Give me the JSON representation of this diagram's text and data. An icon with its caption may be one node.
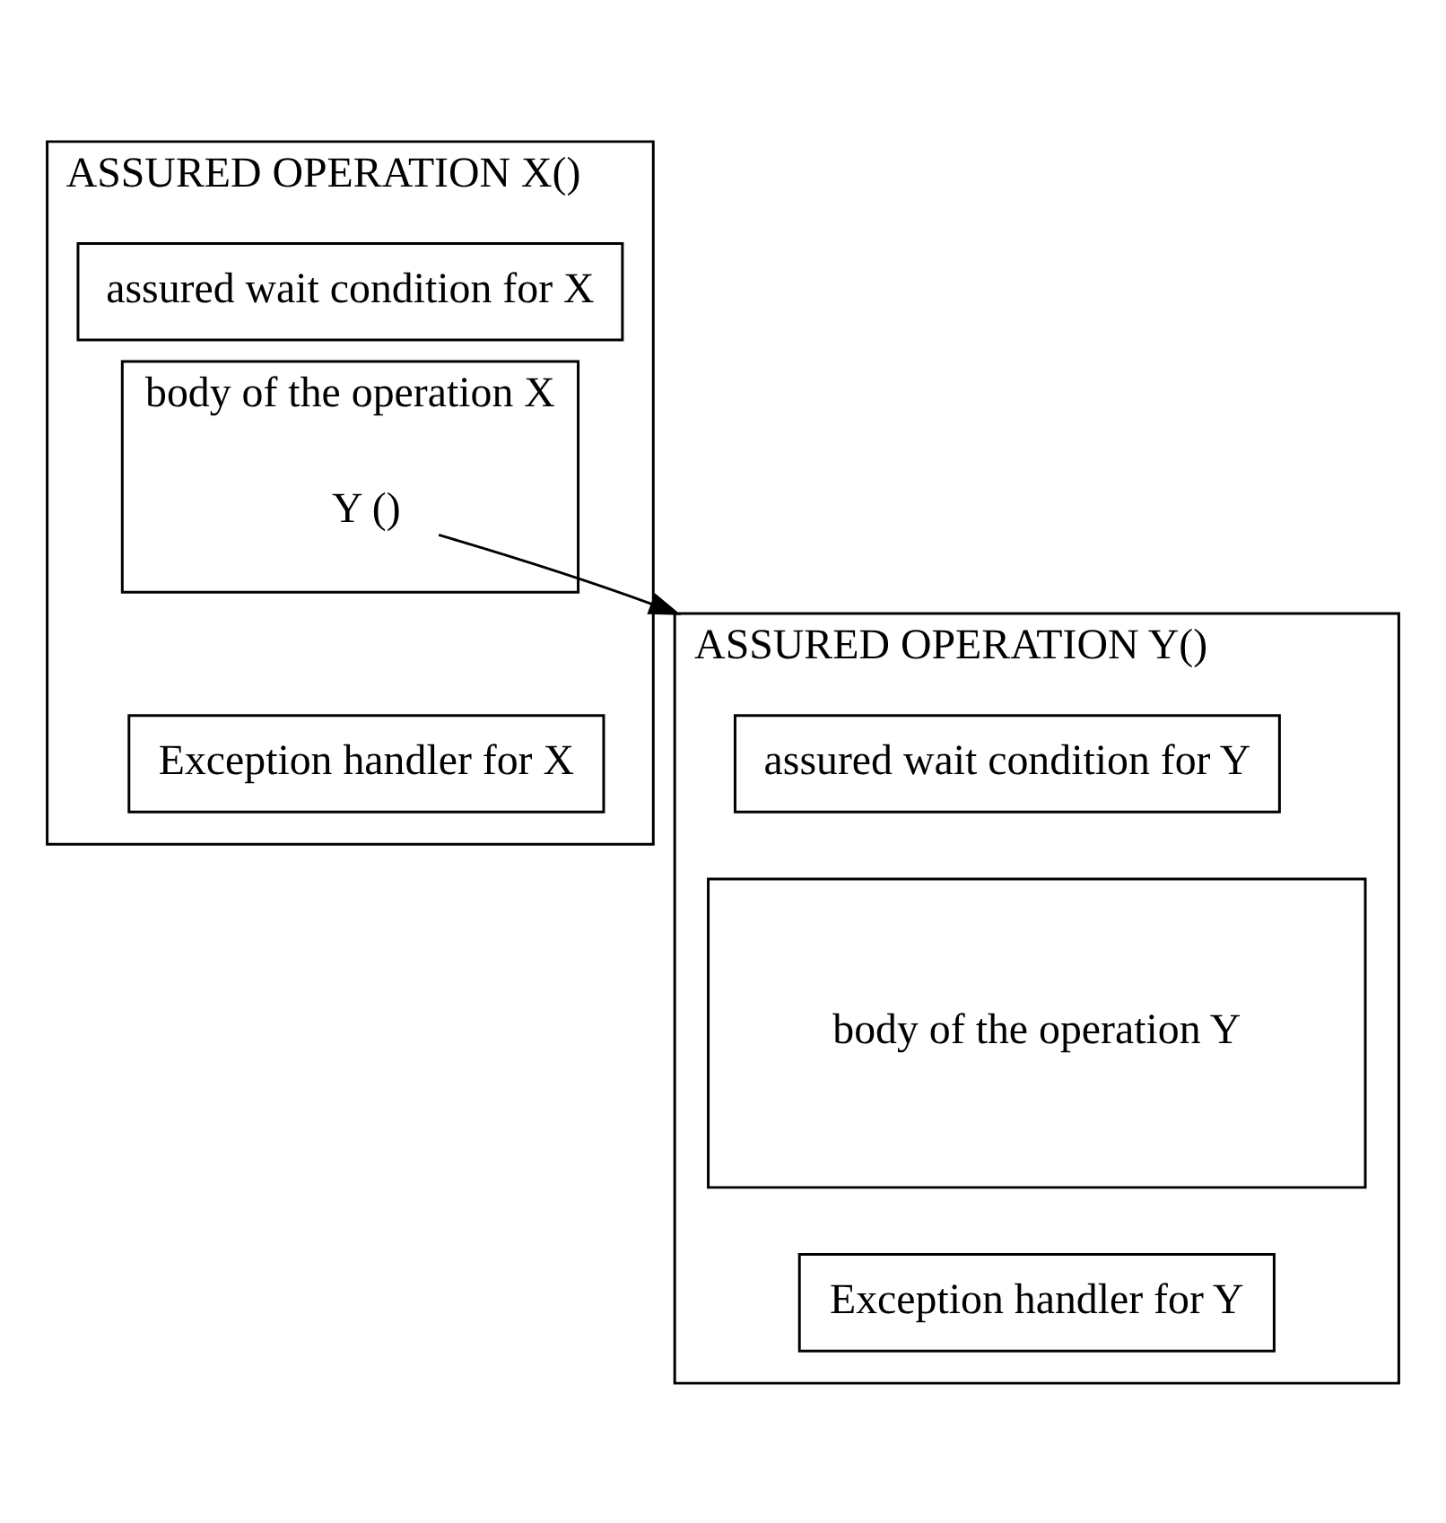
{
  "diagram": {
    "nodes": [
      {
        "text": [
          "ASSURED OPERATION X()"
        ]
      },
      {
        "text": [
          "assured wait condition for X"
        ],
        "in": 0
      },
      {
        "text": [
          "body of the operation X"
        ],
        "in": 0
      },
      {
        "text": [
          "Y ()"
        ],
        "in": 2
      },
      {
        "text": [
          "Exception handler for X"
        ],
        "in": 0
      },
      {
        "text": [
          "ASSURED OPERATION Y()"
        ]
      },
      {
        "text": [
          "assured wait condition for Y"
        ],
        "in": 5
      },
      {
        "text": [
          "body of the operation Y"
        ],
        "in": 5
      },
      {
        "text": [
          "Exception handler for Y"
        ],
        "in": 5
      }
    ],
    "edges": [
      {
        "from": 3,
        "to": 5,
        "arrow": "to"
      }
    ]
  }
}
